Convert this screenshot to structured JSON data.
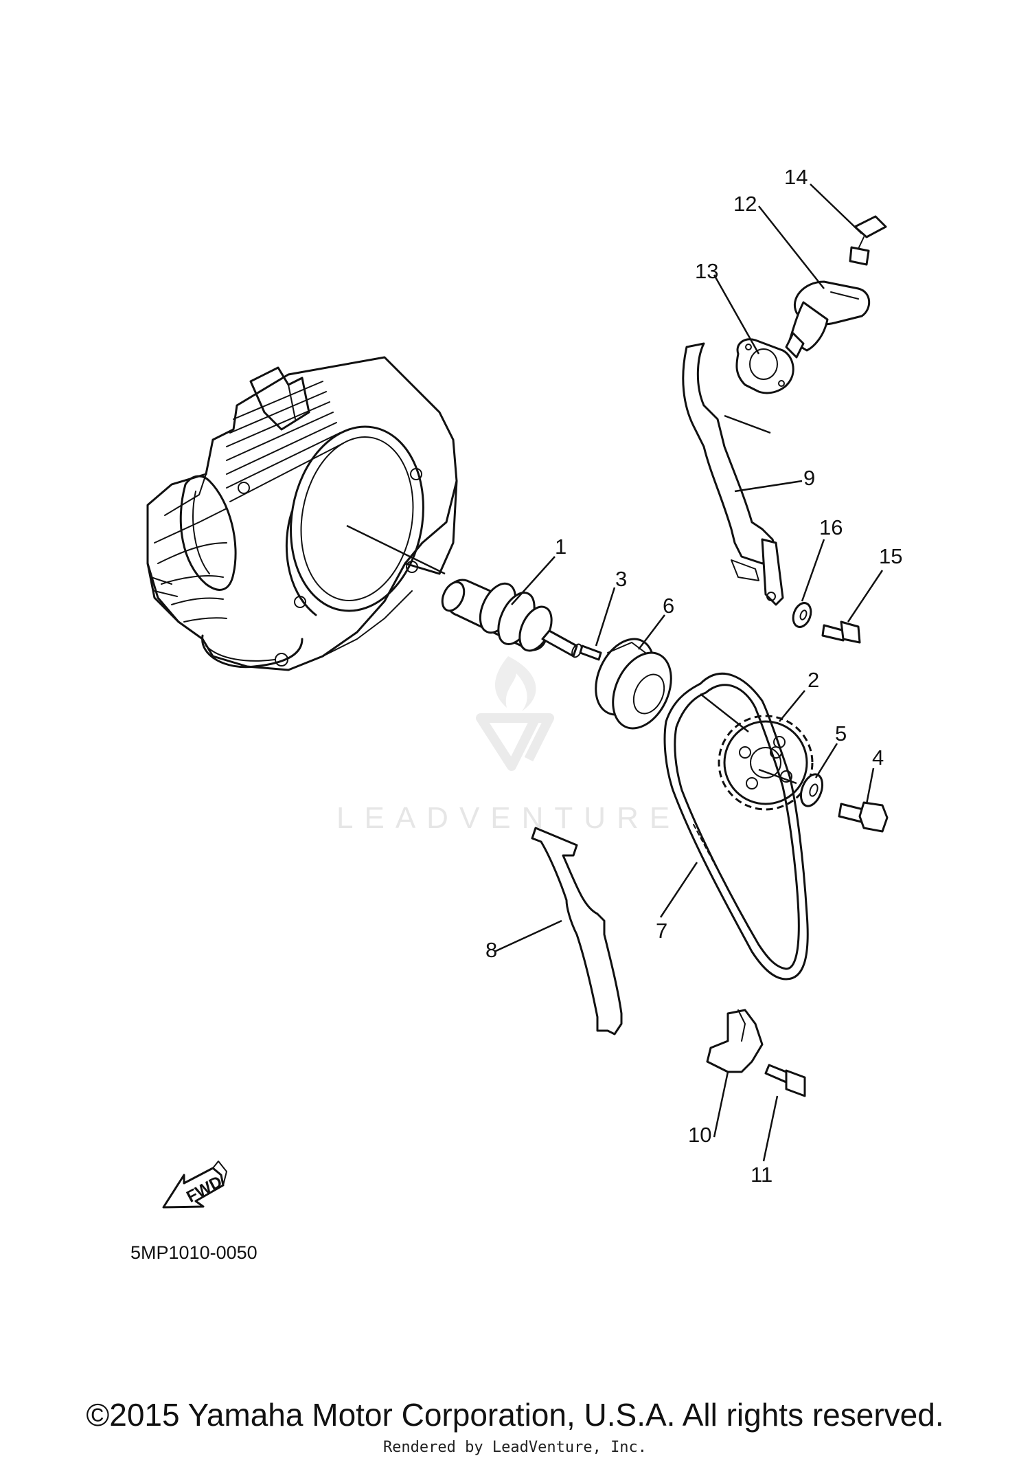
{
  "diagram_code": "5MP1010-0050",
  "fwd_label": "FWD",
  "watermark": "LEADVENTURE",
  "copyright": "©2015 Yamaha Motor Corporation, U.S.A. All rights reserved.",
  "rendered_by": "Rendered by LeadVenture, Inc.",
  "callouts": {
    "c1": "1",
    "c2": "2",
    "c3": "3",
    "c4": "4",
    "c5": "5",
    "c6": "6",
    "c7": "7",
    "c8": "8",
    "c9": "9",
    "c10": "10",
    "c11": "11",
    "c12": "12",
    "c13": "13",
    "c14": "14",
    "c15": "15",
    "c16": "16"
  }
}
